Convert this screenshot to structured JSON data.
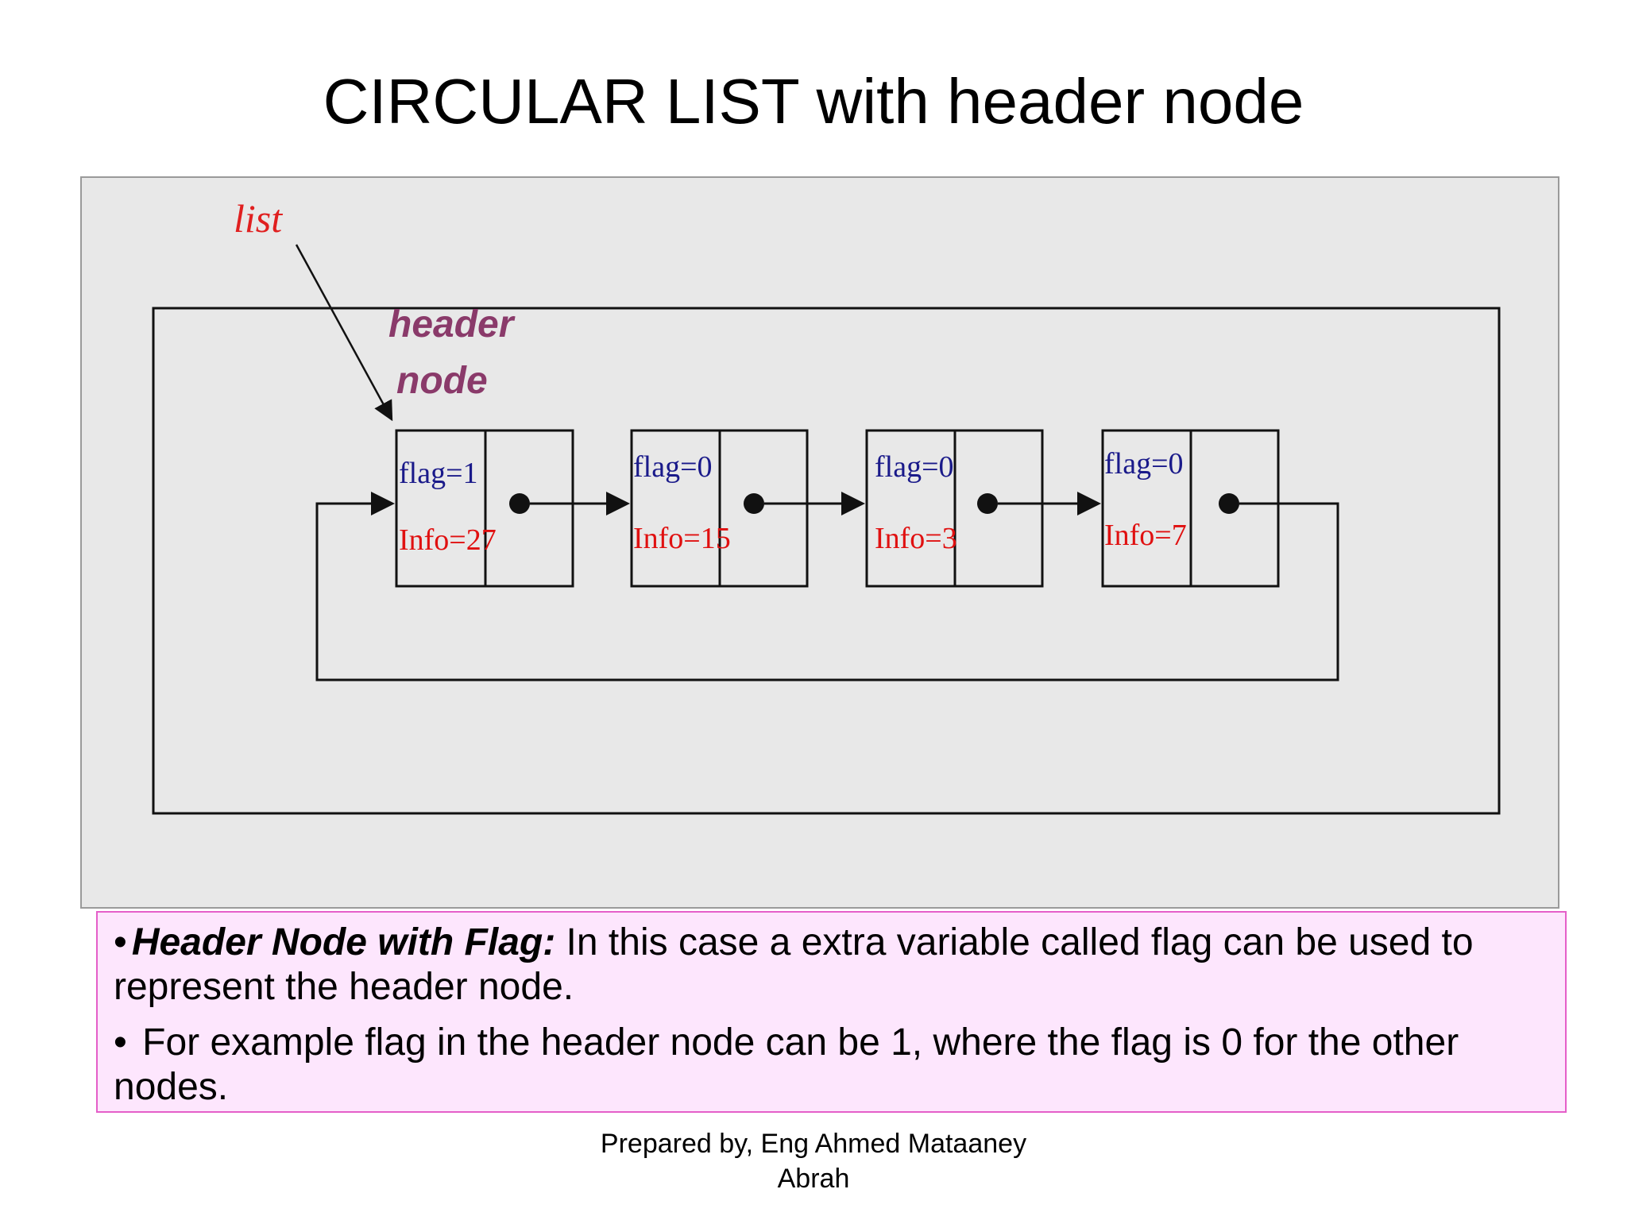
{
  "slide": {
    "title": "CIRCULAR LIST with header node",
    "footer_line1": "Prepared by, Eng Ahmed Mataaney",
    "footer_line2": "Abrah"
  },
  "diagram": {
    "list_label": "list",
    "header_label_line1": "header",
    "header_label_line2": "node",
    "nodes": [
      {
        "flag": "flag=1",
        "info": "Info=27"
      },
      {
        "flag": "flag=0",
        "info": "Info=15"
      },
      {
        "flag": "flag=0",
        "info": "Info=3"
      },
      {
        "flag": "flag=0",
        "info": "Info=7"
      }
    ],
    "colors": {
      "panel_bg": "#e8e8e8",
      "list_label": "#e02020",
      "header_label": "#8a3a6a",
      "flag_text": "#1a1a8a",
      "info_text": "#e01010",
      "notes_bg": "#fde6fd",
      "notes_border": "#e55fc9"
    }
  },
  "notes": [
    {
      "strong": "Header Node with Flag:",
      "text": " In this case a extra variable called flag can be used to represent the header node."
    },
    {
      "strong": "",
      "text": " For example flag in the header node can be 1, where the flag is 0 for the other nodes."
    }
  ]
}
